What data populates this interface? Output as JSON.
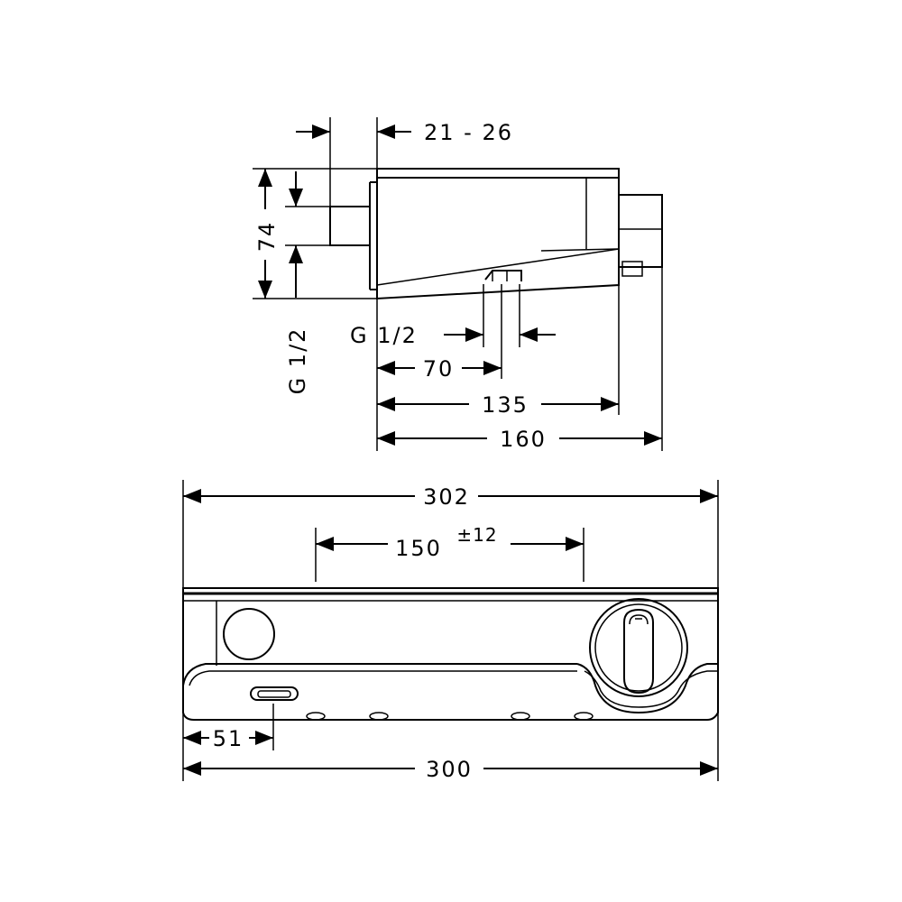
{
  "side_view": {
    "offset_label": "21 - 26",
    "height_label": "74",
    "inlet_label": "G 1/2",
    "outlet_label": "G 1/2",
    "dim_70": "70",
    "dim_135": "135",
    "dim_160": "160"
  },
  "front_view": {
    "total_width_label": "302",
    "centers_label": "150",
    "tolerance_label": "±12",
    "outlet_offset_label": "51",
    "body_width_label": "300"
  },
  "colors": {
    "ink": "#000000",
    "background": "#ffffff"
  }
}
